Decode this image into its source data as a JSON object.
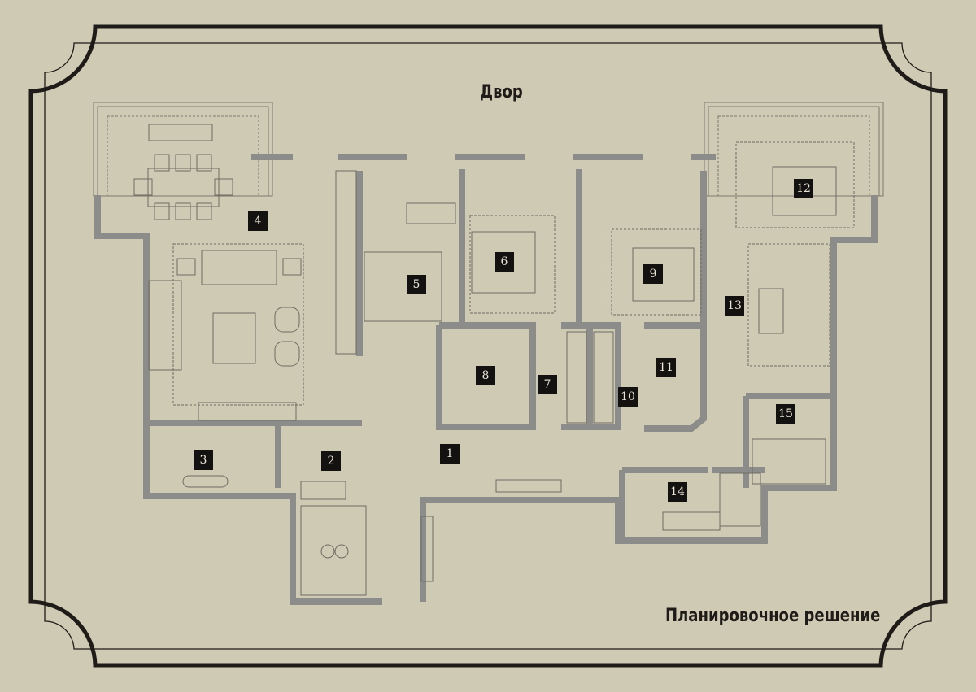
{
  "header": {
    "courtyard_label": "Двор"
  },
  "footer": {
    "plan_title": "Планировочное решение"
  },
  "rooms": [
    {
      "number": "1"
    },
    {
      "number": "2"
    },
    {
      "number": "3"
    },
    {
      "number": "4"
    },
    {
      "number": "5"
    },
    {
      "number": "6"
    },
    {
      "number": "7"
    },
    {
      "number": "8"
    },
    {
      "number": "9"
    },
    {
      "number": "10"
    },
    {
      "number": "11"
    },
    {
      "number": "12"
    },
    {
      "number": "13"
    },
    {
      "number": "14"
    },
    {
      "number": "15"
    }
  ],
  "colors": {
    "background": "#cfcab4",
    "wall": "#8c8c8a",
    "frame": "#1e1b18",
    "label_bg": "#141211"
  }
}
